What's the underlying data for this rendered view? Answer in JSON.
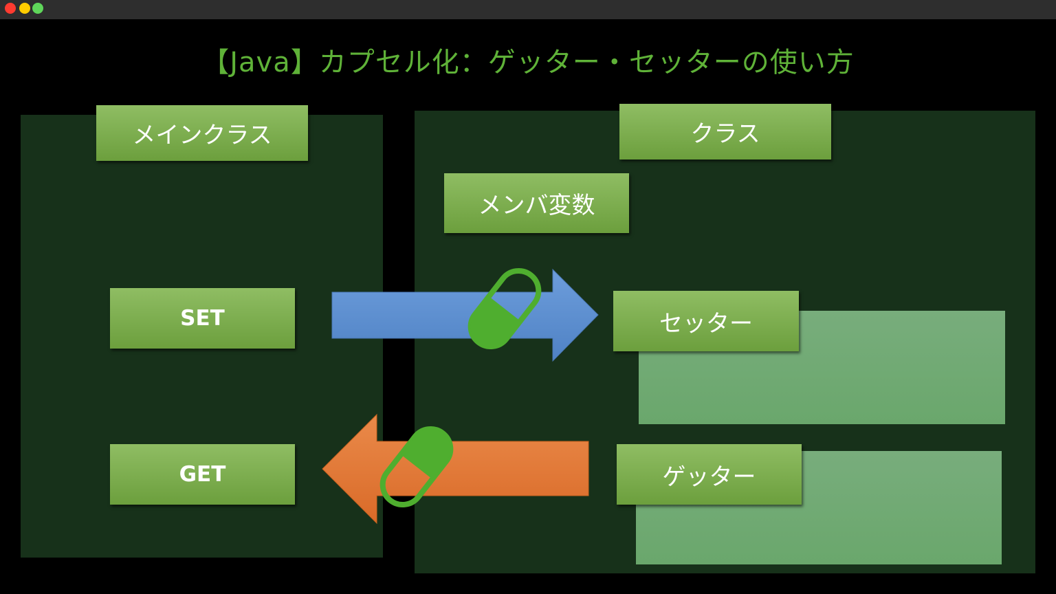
{
  "title": "【Java】カプセル化：ゲッター・セッターの使い方",
  "main_class": {
    "label": "メインクラス",
    "set_label": "SET",
    "get_label": "GET"
  },
  "class": {
    "label": "クラス",
    "member_variable_label": "メンバ変数",
    "setter_label": "セッター",
    "getter_label": "ゲッター"
  },
  "colors": {
    "title": "#5fb238",
    "panel_background": "#17311a",
    "label_box": "#7bae4e",
    "set_arrow": "#5f90cf",
    "get_arrow": "#e27a38",
    "capsule": "#4fae2f"
  },
  "icons": [
    "set-arrow-icon",
    "get-arrow-icon",
    "capsule-icon"
  ]
}
